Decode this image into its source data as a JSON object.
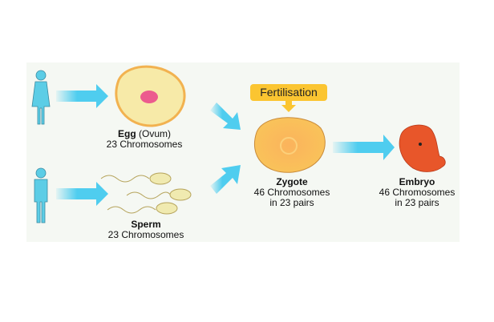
{
  "fertilisation_label": "Fertilisation",
  "egg": {
    "name": "Egg",
    "alt": "(Ovum)",
    "chromosomes": "23 Chromosomes"
  },
  "sperm": {
    "name": "Sperm",
    "chromosomes": "23 Chromosomes"
  },
  "zygote": {
    "name": "Zygote",
    "chromosomes": "46 Chromosomes",
    "pairs": "in 23 pairs"
  },
  "embryo": {
    "name": "Embryo",
    "chromosomes": "46 Chromosomes",
    "pairs": "in 23 pairs"
  },
  "colors": {
    "arrow": "#4fcdef",
    "figure": "#5ccde6",
    "egg": "#f7e9a8",
    "zygote": "#f9b556",
    "embryo": "#e8562a",
    "fert_box": "#fbc531"
  }
}
